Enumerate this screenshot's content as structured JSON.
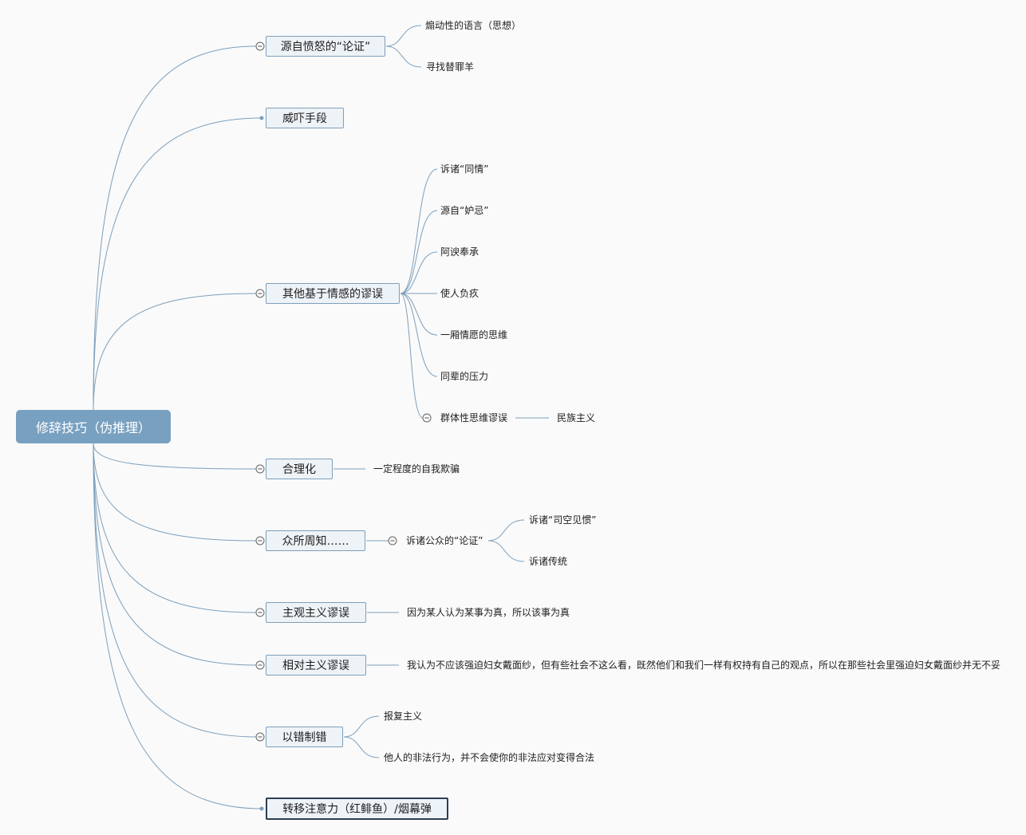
{
  "root": {
    "label": "修辞技巧（伪推理）"
  },
  "topics": [
    {
      "label": "源自愤怒的“论证”",
      "children": [
        {
          "label": "煽动性的语言（思想）"
        },
        {
          "label": "寻找替罪羊"
        }
      ]
    },
    {
      "label": "威吓手段",
      "children": []
    },
    {
      "label": "其他基于情感的谬误",
      "children": [
        {
          "label": "诉诸“同情”"
        },
        {
          "label": "源自“妒忌”"
        },
        {
          "label": "阿谀奉承"
        },
        {
          "label": "使人负疚"
        },
        {
          "label": "一厢情愿的思维"
        },
        {
          "label": "同辈的压力"
        },
        {
          "label": "群体性思维谬误",
          "children": [
            {
              "label": "民族主义"
            }
          ]
        }
      ]
    },
    {
      "label": "合理化",
      "children": [
        {
          "label": "一定程度的自我欺骗"
        }
      ]
    },
    {
      "label": "众所周知……",
      "children": [
        {
          "label": "诉诸公众的“论证”",
          "children": [
            {
              "label": "诉诸“司空见惯”"
            },
            {
              "label": "诉诸传统"
            }
          ]
        }
      ]
    },
    {
      "label": "主观主义谬误",
      "children": [
        {
          "label": "因为某人认为某事为真，所以该事为真"
        }
      ]
    },
    {
      "label": "相对主义谬误",
      "children": [
        {
          "label": "我认为不应该强迫妇女戴面纱，但有些社会不这么看，既然他们和我们一样有权持有自己的观点，所以在那些社会里强迫妇女戴面纱并无不妥"
        }
      ]
    },
    {
      "label": "以错制错",
      "children": [
        {
          "label": "报复主义"
        },
        {
          "label": "他人的非法行为，并不会使你的非法应对变得合法"
        }
      ]
    },
    {
      "label": "转移注意力（红鲱鱼）/烟幕弹",
      "children": []
    }
  ]
}
